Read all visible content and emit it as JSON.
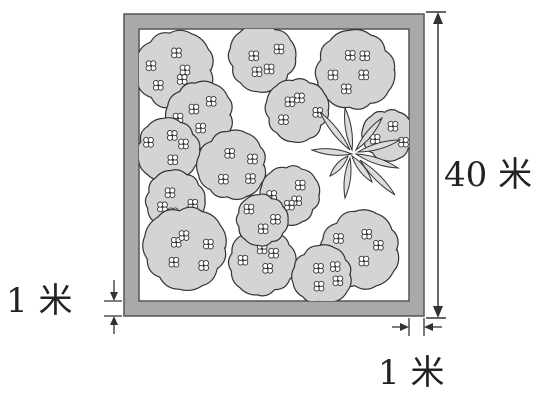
{
  "labels": {
    "height": "40 米",
    "border_left": "1 米",
    "border_bottom": "1 米"
  },
  "colors": {
    "border": "#a9a9a9",
    "garden_fill": "#ffffff",
    "bush_fill": "#d4d4d4",
    "flower_fill": "#ffffff",
    "outline": "#333333",
    "leaf_fill": "#dcdcdc"
  }
}
